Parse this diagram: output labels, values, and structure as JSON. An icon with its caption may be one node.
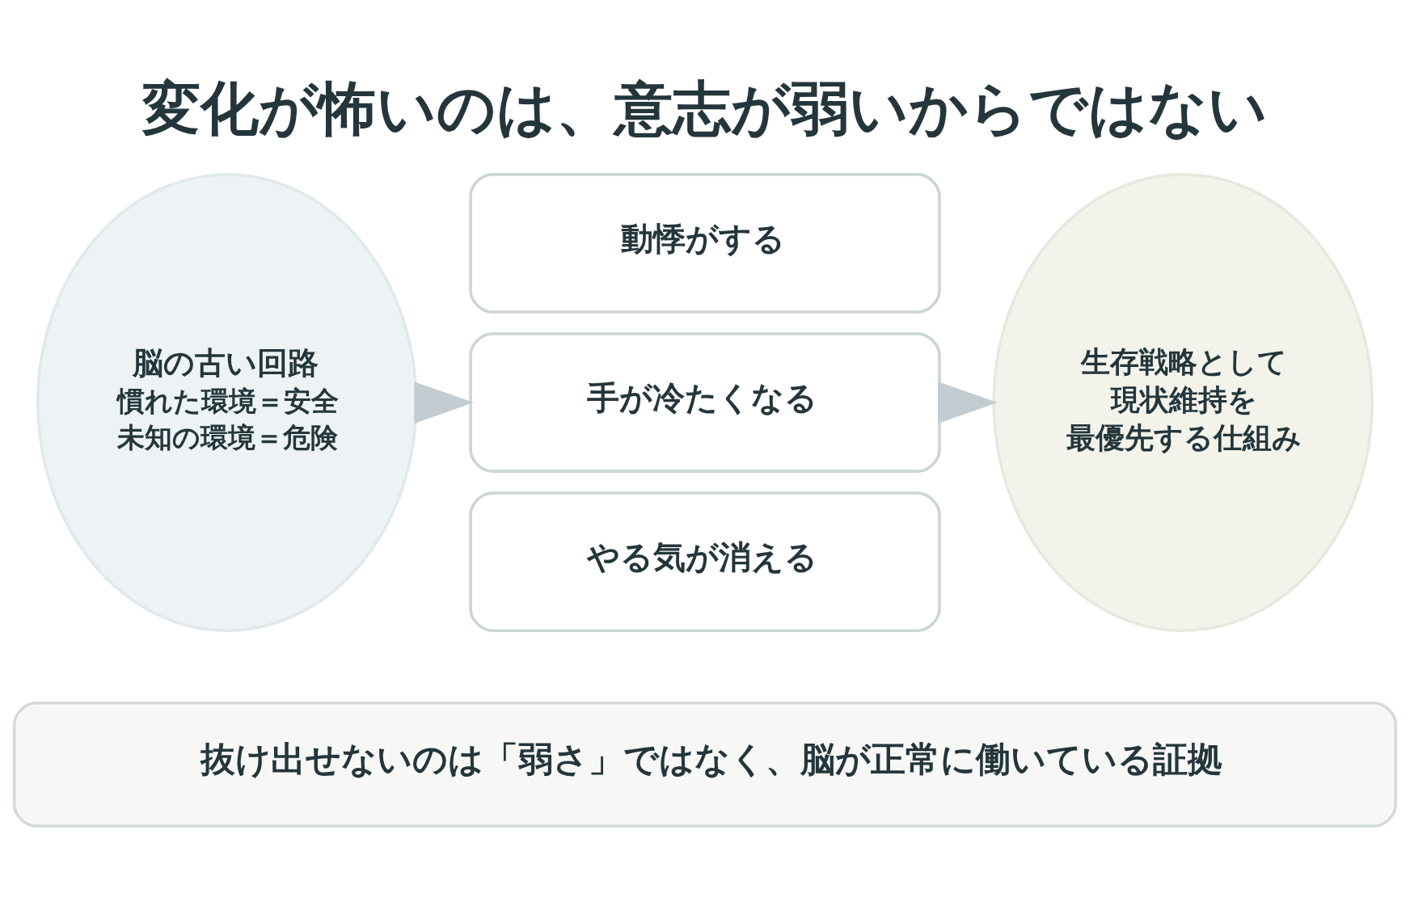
{
  "diagram": {
    "title": "変化が怖いのは、意志が弱いからではない",
    "nodes": [
      {
        "text": [
          "脳の古い回路",
          "慣れた環境＝安全",
          "未知の環境＝危険"
        ]
      },
      {
        "text": [
          "動悸がする"
        ]
      },
      {
        "text": [
          "手が冷たくなる"
        ]
      },
      {
        "text": [
          "やる気が消える"
        ]
      },
      {
        "text": [
          "生存戦略として現状維持を最優先する仕組み"
        ]
      },
      {
        "text": [
          "抜け出せないのは「弱さ」ではなく、脳が正常に働いている証拠"
        ]
      }
    ],
    "edges": [
      {
        "from": 0,
        "to": 2,
        "arrow": "to"
      },
      {
        "from": 2,
        "to": 4,
        "arrow": "to"
      }
    ]
  }
}
